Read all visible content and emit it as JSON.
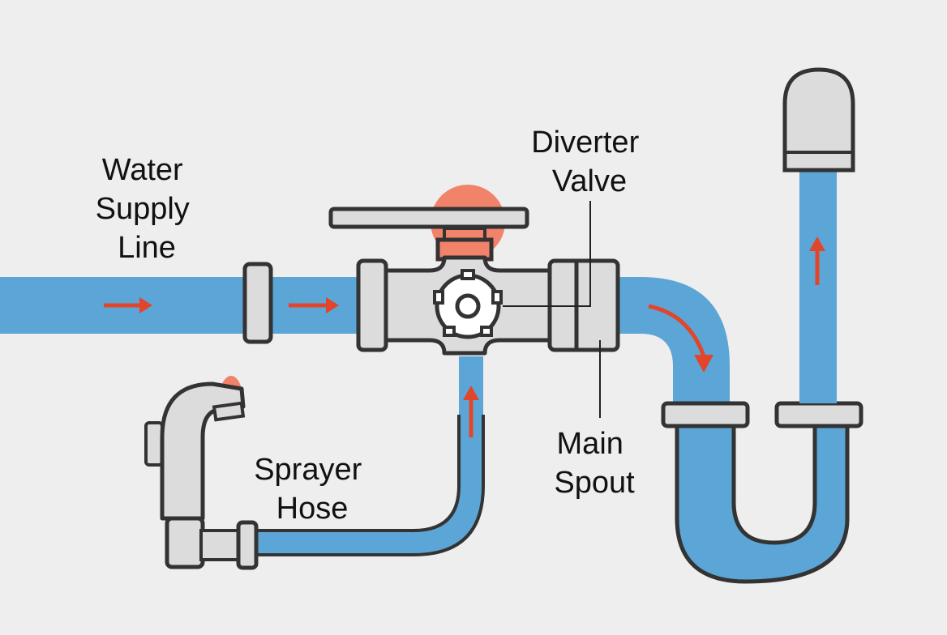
{
  "title": "Sink Sprayer Diverter Valve Plumbing Diagram",
  "colors": {
    "background": "#eeeeee",
    "water": "#5ba6d6",
    "fitting": "#dcdcdc",
    "outline": "#333333",
    "flow_arrow": "#e2452a",
    "highlight": "#f0836a"
  },
  "labels": {
    "supply_line": [
      "Water",
      "Supply",
      "Line"
    ],
    "diverter_valve": [
      "Diverter",
      "Valve"
    ],
    "sprayer_hose": [
      "Sprayer",
      "Hose"
    ],
    "main_spout": [
      "Main",
      "Spout"
    ]
  },
  "icons": {
    "flow_arrow": "arrow-right-icon",
    "valve_gear": "gear-icon"
  }
}
